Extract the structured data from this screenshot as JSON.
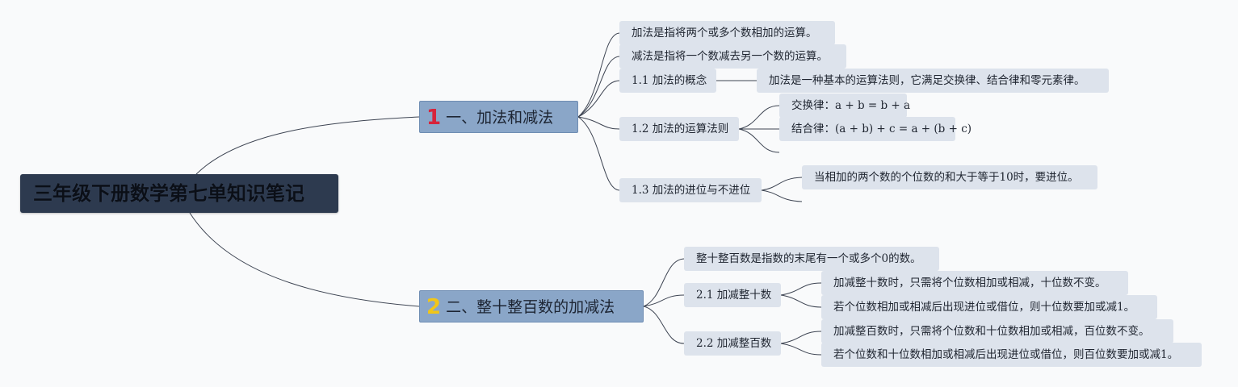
{
  "root": {
    "title": "三年级下册数学第七单知识笔记"
  },
  "sections": [
    {
      "number": "1",
      "title": "一、加法和减法",
      "items": [
        {
          "text": "加法是指将两个或多个数相加的运算。"
        },
        {
          "text": "减法是指将一个数减去另一个数的运算。"
        },
        {
          "text": "1.1 加法的概念",
          "children": [
            "加法是一种基本的运算法则，它满足交换律、结合律和零元素律。"
          ]
        },
        {
          "text": "1.2 加法的运算法则",
          "children": [
            "交换律：a + b = b + a",
            "结合律：(a + b) + c = a + (b + c)"
          ]
        },
        {
          "text": "1.3 加法的进位与不进位",
          "children": [
            "当相加的两个数的个位数的和大于等于10时，要进位。"
          ]
        }
      ]
    },
    {
      "number": "2",
      "title": "二、整十整百数的加减法",
      "items": [
        {
          "text": "整十整百数是指数的末尾有一个或多个0的数。"
        },
        {
          "text": "2.1 加减整十数",
          "children": [
            "加减整十数时，只需将个位数相加或相减，十位数不变。",
            "若个位数相加或相减后出现进位或借位，则十位数要加或减1。"
          ]
        },
        {
          "text": "2.2 加减整百数",
          "children": [
            "加减整百数时，只需将个位数和十位数相加或相减，百位数不变。",
            "若个位数和十位数相加或相减后出现进位或借位，则百位数要加或减1。"
          ]
        }
      ]
    }
  ]
}
